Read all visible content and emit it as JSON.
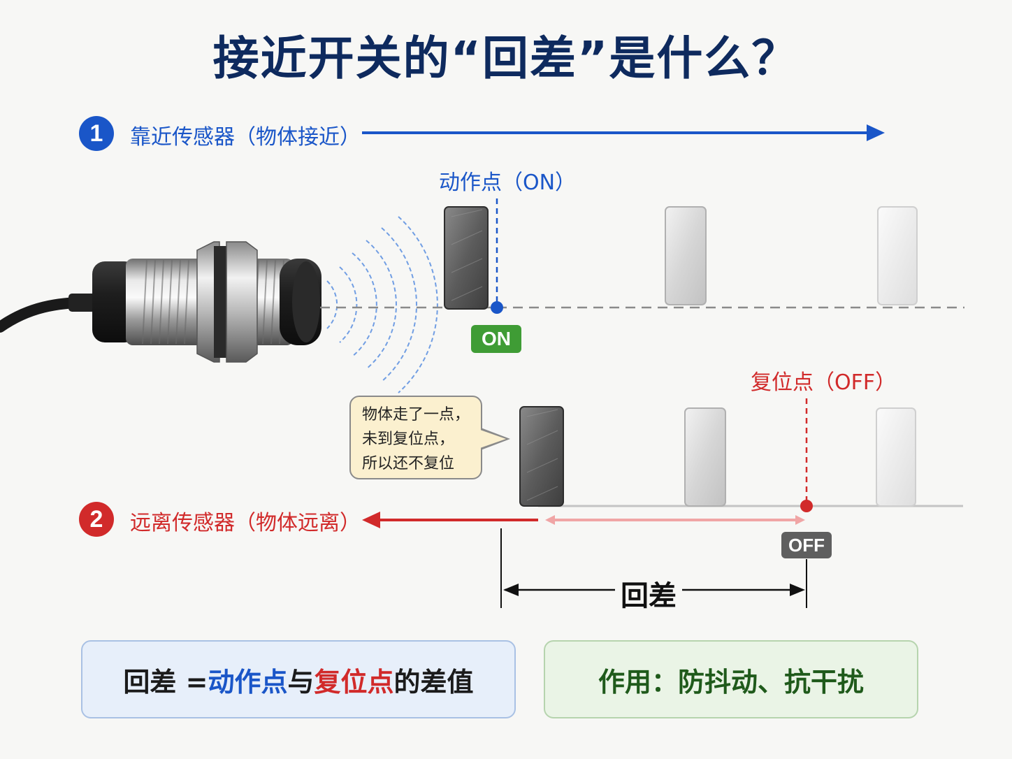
{
  "title": "接近开关的“回差”是什么？",
  "step1": {
    "number": "1",
    "label": "靠近传感器（物体接近）"
  },
  "step2": {
    "number": "2",
    "label": "远离传感器（物体远离）"
  },
  "action_point_label": "动作点（ON）",
  "reset_point_label": "复位点（OFF）",
  "on_tag": "ON",
  "off_tag": "OFF",
  "callout_lines": [
    "物体走了一点，",
    "未到复位点，",
    "所以还不复位"
  ],
  "hysteresis_label": "回差",
  "formula": {
    "part1": "回差 = ",
    "part2": "动作点",
    "part3": "与",
    "part4": "复位点",
    "part5": "的差值"
  },
  "purpose": "作用：防抖动、抗干扰",
  "colors": {
    "blue": "#1a56c8",
    "red": "#d12a2a",
    "green": "#3f9c35",
    "gray_tag": "#5f5f5f",
    "title": "#0e2a5e"
  }
}
